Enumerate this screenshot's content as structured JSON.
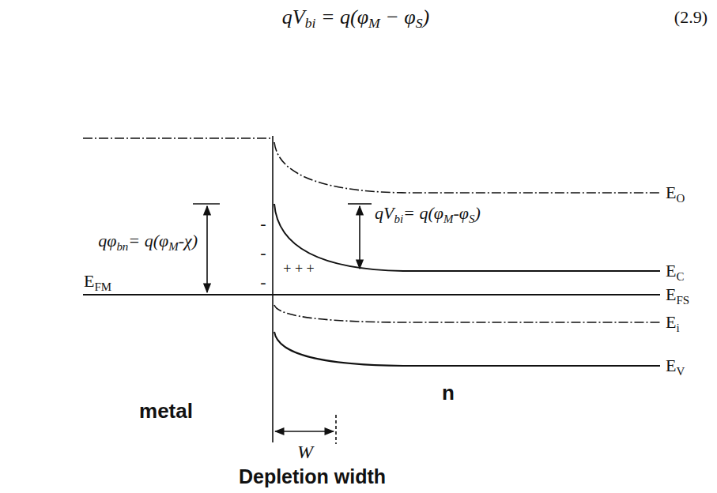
{
  "diagram": {
    "labels": [
      "qVbi = q(φM − φS)",
      "(2.9)",
      "EO",
      "qφbn= q(φM-χ)",
      "qVbi= q(φM-φS)",
      "-",
      "-",
      "+ + +",
      "EC",
      "EFM",
      "EFS",
      "-",
      "Ei",
      "metal",
      "n",
      "EV",
      "W",
      "Depletion width"
    ]
  }
}
